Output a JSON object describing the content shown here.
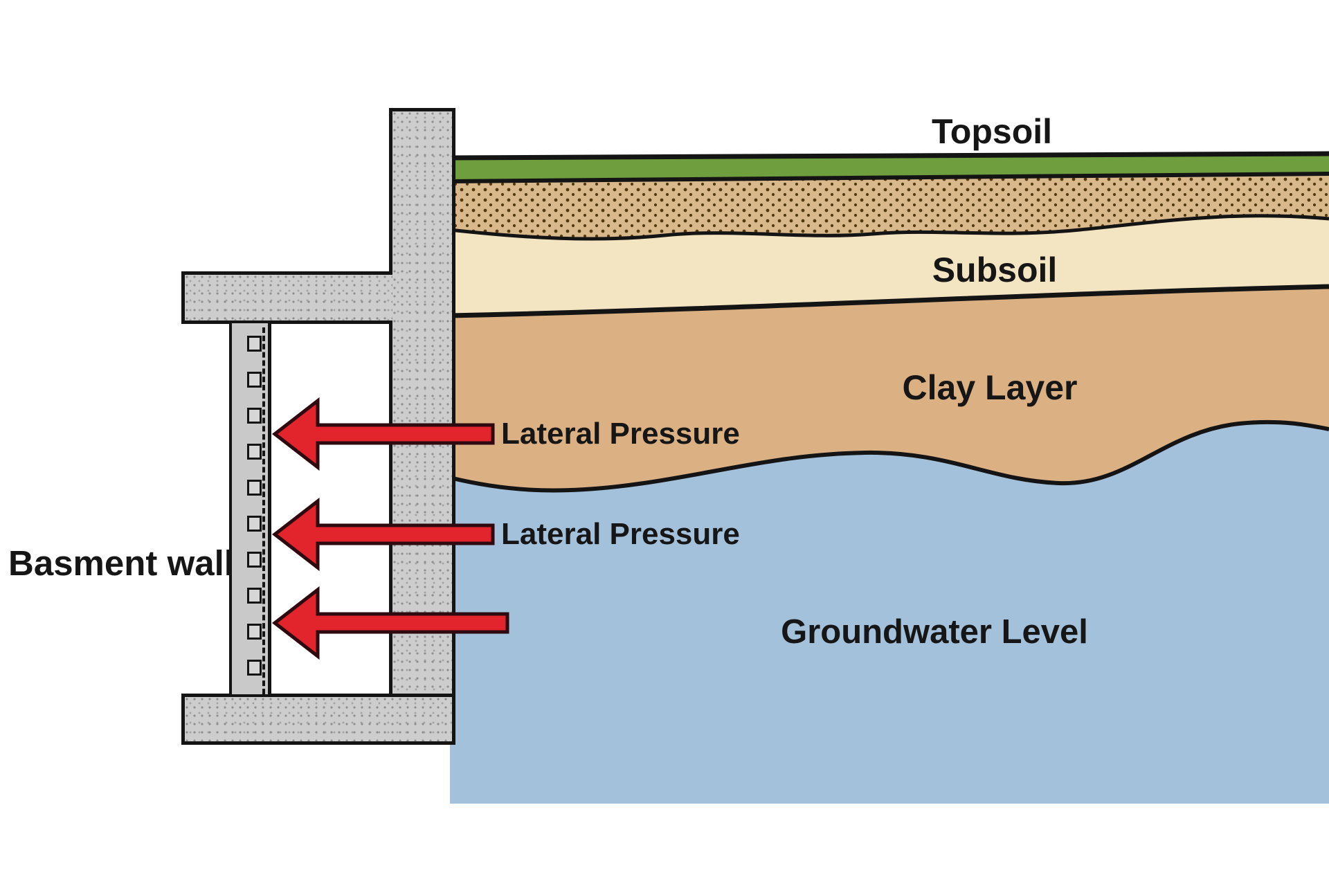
{
  "labels": {
    "basement_wall": "Basment wall",
    "topsoil": "Topsoil",
    "subsoil": "Subsoil",
    "clay_layer": "Clay Layer",
    "groundwater": "Groundwater Level",
    "lateral_pressure_upper": "Lateral Pressure",
    "lateral_pressure_middle": "Lateral Pressure"
  },
  "soil_layers_top_to_bottom": [
    {
      "label": "Topsoil",
      "color": "#6f9e3e"
    },
    {
      "label": "Subsoil",
      "color": "#f3e4c2"
    },
    {
      "label": "Clay Layer",
      "color": "#dbb183"
    },
    {
      "label": "Groundwater Level",
      "color": "#a4c1db"
    }
  ],
  "colors": {
    "topsoil_green": "#6f9e3e",
    "sand_stipple_bg": "#d9b98b",
    "sand_stipple_dot": "#53380f",
    "subsoil_cream": "#f3e4c2",
    "clay_tan": "#dbb183",
    "groundwater_blue": "#a4c1db",
    "concrete_gray": "#cdcdcd",
    "basement_wall_gray": "#c9c9c9",
    "arrow_red": "#e2242c",
    "arrow_outline": "#2e0a10",
    "line_black": "#141414",
    "text_black": "#161616"
  },
  "arrows": {
    "count": 3,
    "direction": "left",
    "meaning": "lateral earth/water pressure acting on basement wall"
  }
}
